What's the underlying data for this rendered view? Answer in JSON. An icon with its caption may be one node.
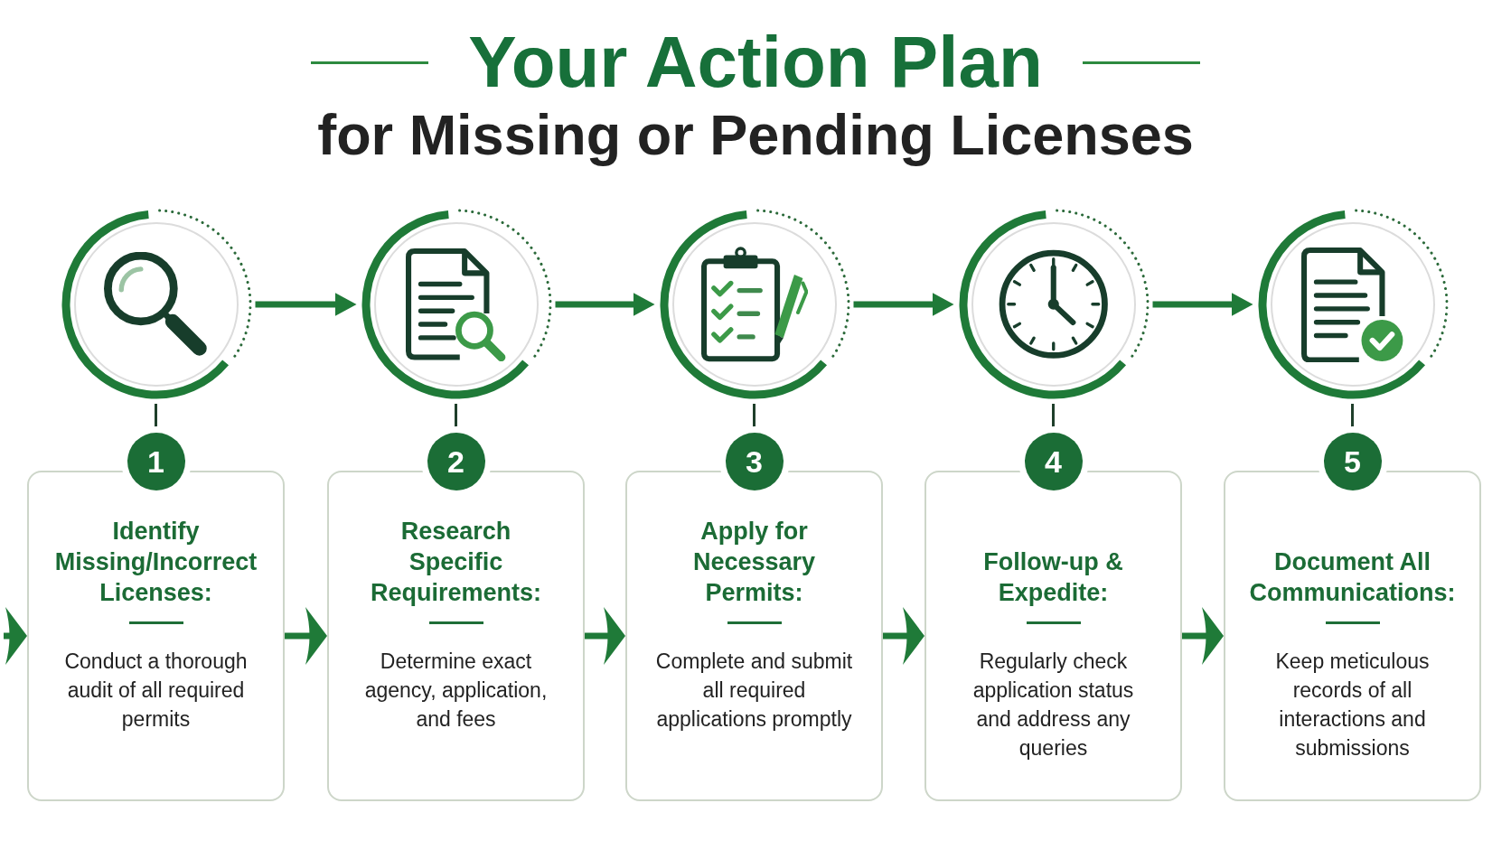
{
  "diagram": {
    "title": "Your Action Plan",
    "nodes": [
      {
        "text": [],
        "shape": "circle"
      },
      {
        "text": [],
        "shape": "circle"
      },
      {
        "text": [],
        "shape": "circle"
      },
      {
        "text": [],
        "shape": "circle"
      },
      {
        "text": [],
        "shape": "circle"
      },
      {
        "text": [
          "1"
        ]
      },
      {
        "text": [
          "2"
        ]
      },
      {
        "text": [
          "3"
        ]
      },
      {
        "text": [
          "4"
        ]
      },
      {
        "text": [
          "5"
        ]
      },
      {
        "text": [
          "Identify Missing/Incorrect Licenses:",
          "Conduct a thorough audit of all required permits"
        ]
      },
      {
        "text": [
          "Research Specific Requirements:",
          "Determine exact agency, application, and fees"
        ]
      },
      {
        "text": [
          "Apply for Necessary Permits:",
          "Complete and submit all required applications promptly"
        ]
      },
      {
        "text": [
          "Follow-up & Expedite:",
          "Regularly check application status and address any queries"
        ]
      },
      {
        "text": [
          "Document All Communications:",
          "Keep meticulous records of all interactions and submissions"
        ]
      }
    ],
    "edges": [
      {
        "from": 0,
        "to": 1,
        "arrow": "to"
      },
      {
        "from": 1,
        "to": 2,
        "arrow": "to"
      },
      {
        "from": 2,
        "to": 3,
        "arrow": "to"
      },
      {
        "from": 3,
        "to": 4,
        "arrow": "to"
      },
      {
        "from": 0,
        "to": 5,
        "arrow": "none",
        "color": "#1f3f2b"
      },
      {
        "from": 1,
        "to": 6,
        "arrow": "none",
        "color": "#1f3f2b"
      },
      {
        "from": 2,
        "to": 7,
        "arrow": "none",
        "color": "#1f3f2b"
      },
      {
        "from": 3,
        "to": 8,
        "arrow": "none",
        "color": "#1f3f2b"
      },
      {
        "from": 4,
        "to": 9,
        "arrow": "none",
        "color": "#1f3f2b"
      },
      {
        "from": null,
        "to": 10,
        "arrow": "to"
      },
      {
        "from": 10,
        "to": 11,
        "arrow": "to"
      },
      {
        "from": 11,
        "to": 12,
        "arrow": "to"
      },
      {
        "from": 12,
        "to": 13,
        "arrow": "to"
      },
      {
        "from": 13,
        "to": 14,
        "arrow": "to"
      }
    ],
    "labels": [
      "for Missing or Pending Licenses"
    ]
  }
}
